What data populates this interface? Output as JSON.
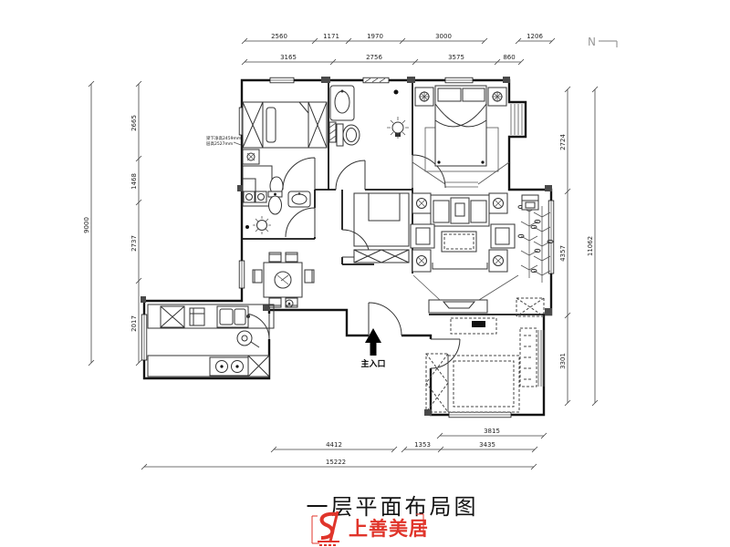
{
  "title": "一层平面布局图",
  "north": {
    "label": "N"
  },
  "entrance": {
    "label": "主入口"
  },
  "annotation": {
    "line1": "梁下净高2459mm",
    "line2": "层高2527mm"
  },
  "dims": {
    "top_row1": [
      "2560",
      "1171",
      "1970",
      "3000",
      "1206"
    ],
    "top_row2": [
      "3165",
      "2756",
      "3575",
      "860"
    ],
    "left_outer": "9000",
    "left_inner": [
      "2665",
      "1468",
      "2737",
      "2017"
    ],
    "right_inner": [
      "2724",
      "4357",
      "3301"
    ],
    "right_outer": "11062",
    "bottom_row1": [
      "3815"
    ],
    "bottom_row2": [
      "4412",
      "1353",
      "3435"
    ],
    "bottom_total": "15222"
  },
  "logo": {
    "brand": "上善美居",
    "accent_color": "#e0352b"
  }
}
